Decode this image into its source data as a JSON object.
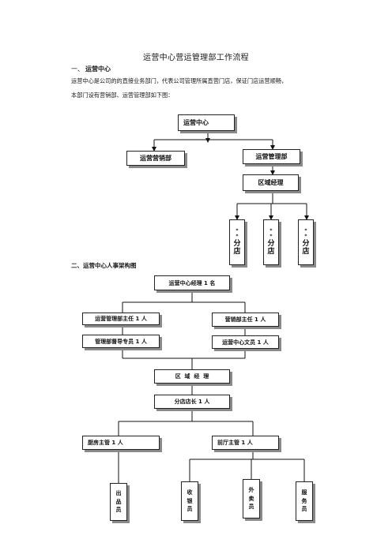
{
  "title": "运营中心营运管理部工作流程",
  "section1": {
    "number": "一、",
    "heading": "运营中心",
    "para_line1": "运营中心是公司的的直接业务部门，代表公司管理所属直营门店，保证门店运营顺畅，",
    "para_line2": "本部门设有营销部、运营管理部如下图："
  },
  "chart1": {
    "root": "运营中心",
    "marketing": "运营营销部",
    "management": "运营管理部",
    "area_manager": "区域经理",
    "stores": [
      {
        "mark1": "*",
        "mark2": "*",
        "c1": "分",
        "c2": "店"
      },
      {
        "mark1": "*",
        "mark2": "*",
        "c1": "分",
        "c2": "店"
      },
      {
        "mark1": "*",
        "mark2": "*",
        "c1": "分",
        "c2": "店"
      }
    ]
  },
  "section2": {
    "heading": "二、运营中心人事架构图"
  },
  "chart2": {
    "manager": "运营中心经理 1 名",
    "ops_director": "运营管理部主任 1 人",
    "supervisor": "管理部督导专员 1 人",
    "marketing_director": "营销部主任 1 人",
    "clerk": "运营中心文员 1 人",
    "area_manager": "区  域  经  理",
    "store_manager": "分店店长 1 人",
    "kitchen": "厨房主管 1 人",
    "front": "前厅主管 1 人",
    "staff": [
      {
        "c1": "出",
        "c2": "品",
        "c3": "员"
      },
      {
        "c1": "收",
        "c2": "银",
        "c3": "员"
      },
      {
        "c1": "外",
        "c2": "卖",
        "c3": "员"
      },
      {
        "c1": "服",
        "c2": "务",
        "c3": "员"
      }
    ]
  }
}
